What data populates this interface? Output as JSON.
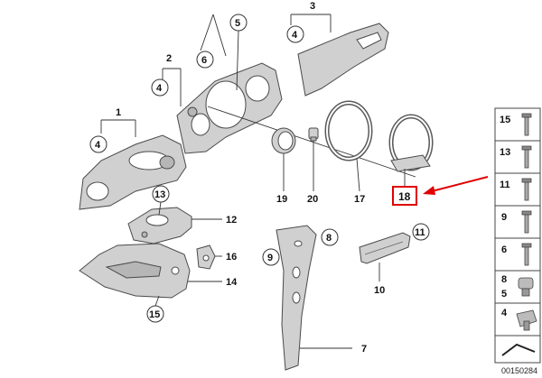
{
  "diagram": {
    "document_number": "00150284",
    "highlight_color": "#e00000",
    "highlighted_part": "18",
    "callouts": {
      "c1": "1",
      "c2": "2",
      "c3": "3",
      "c4a": "4",
      "c4b": "4",
      "c4c": "4",
      "c5": "5",
      "c6": "6",
      "c7": "7",
      "c8": "8",
      "c9": "9",
      "c10": "10",
      "c11": "11",
      "c12": "12",
      "c13": "13",
      "c14": "14",
      "c15": "15",
      "c16": "16",
      "c17": "17",
      "c18": "18",
      "c19": "19",
      "c20": "20"
    },
    "legend": [
      "15",
      "13",
      "11",
      "9",
      "6",
      "8",
      "5",
      "4"
    ]
  }
}
